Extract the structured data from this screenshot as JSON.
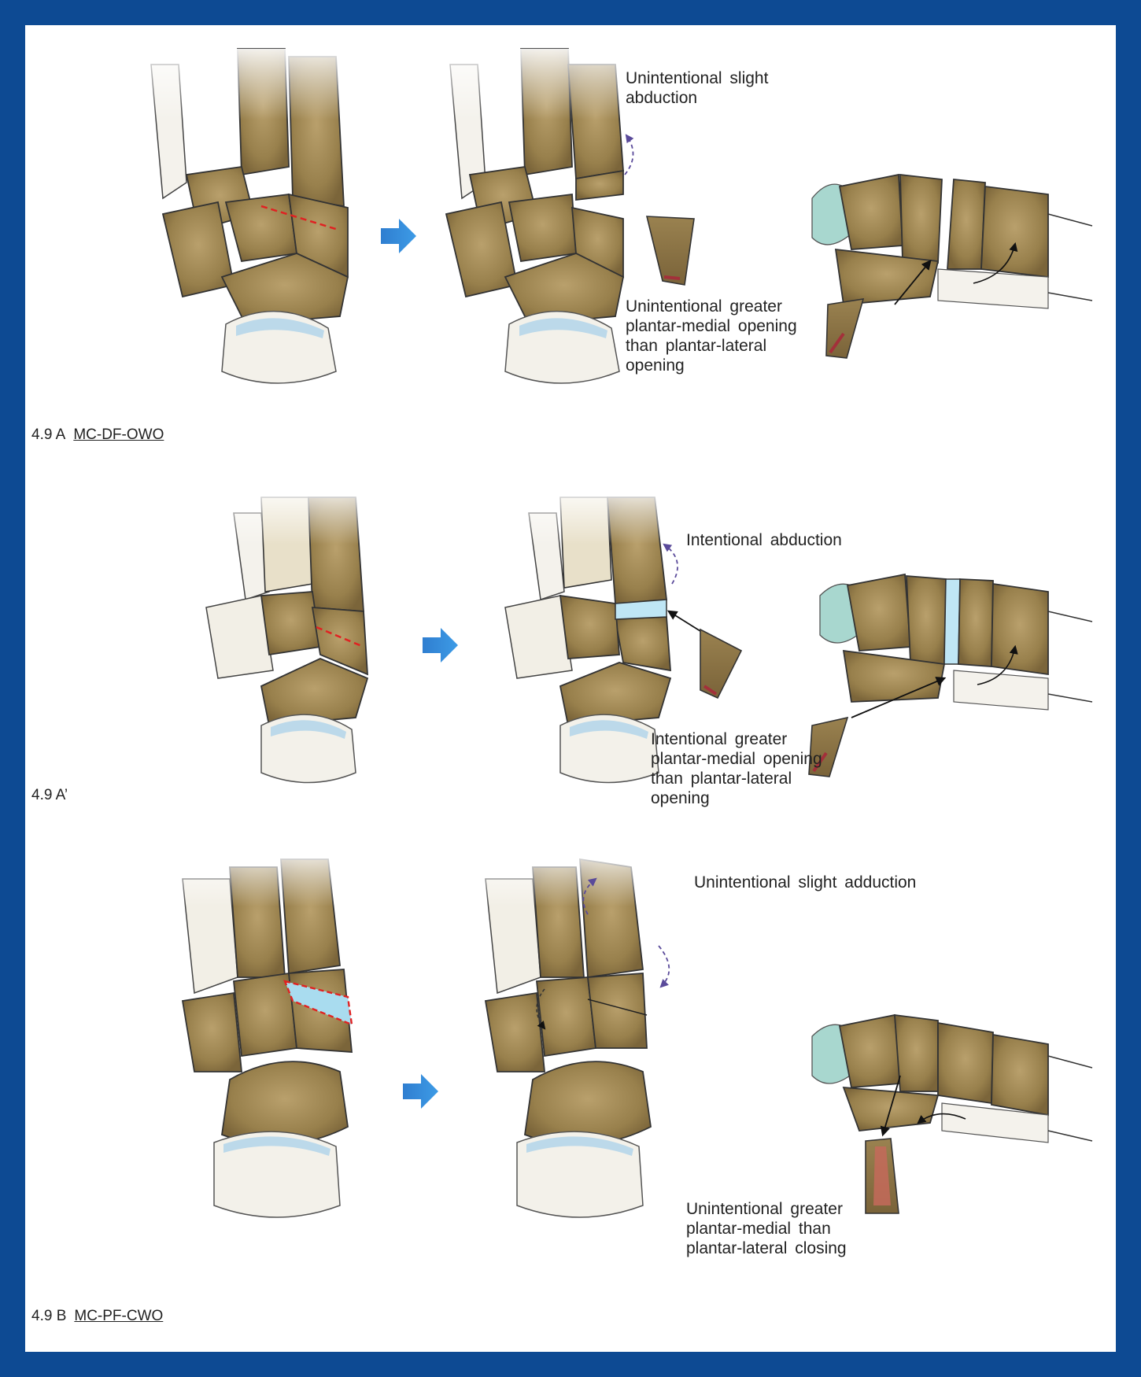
{
  "colors": {
    "frame_border": "#0d4a93",
    "background": "#ffffff",
    "bone": "#98804c",
    "graft_space": "#bfe6f5",
    "osteotomy_line": "#e02222",
    "rotation_arrow": "#5a4a9a",
    "transition_arrow": "#2f7ed0"
  },
  "icons": [
    "blue-arrow-icon",
    "bone-wedge-graft"
  ],
  "panel_a": {
    "label": "4.9 A",
    "code": "MC-DF-OWO",
    "annotations": [
      {
        "line1": "Unintentional  slight",
        "line2": "abduction"
      },
      {
        "line1": "Unintentional  greater",
        "line2": "plantar-medial opening",
        "line3": "than plantar-lateral",
        "line4": "opening"
      }
    ]
  },
  "panel_a_prime": {
    "label": "4.9 A’",
    "annotations": [
      {
        "line1": "Intentional  abduction"
      },
      {
        "line1": "Intentional  greater",
        "line2": "plantar-medial opening",
        "line3": "than plantar-lateral",
        "line4": "opening"
      }
    ]
  },
  "panel_b": {
    "label": "4.9 B",
    "code": "MC-PF-CWO",
    "annotations": [
      {
        "line1": "Unintentional  slight adduction"
      },
      {
        "line1": "Unintentional  greater",
        "line2": "plantar-medial than",
        "line3": "plantar-lateral closing"
      }
    ]
  }
}
